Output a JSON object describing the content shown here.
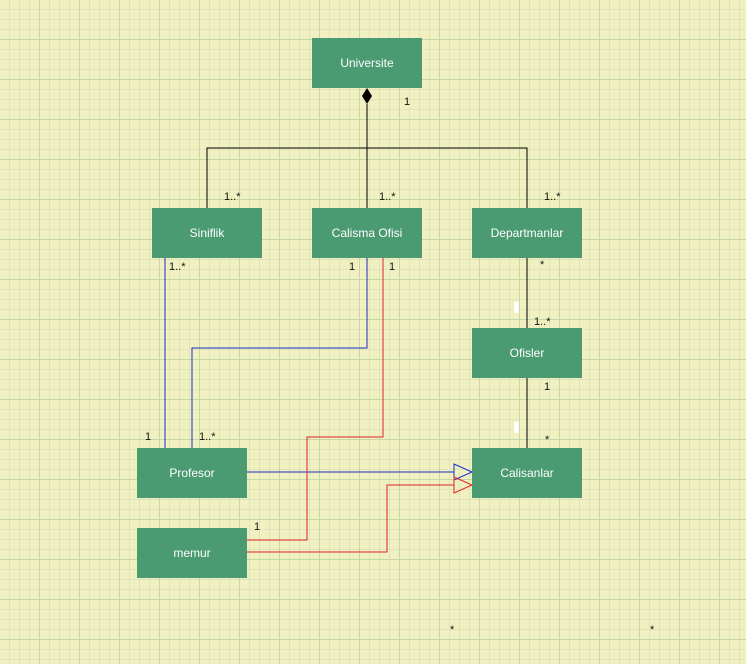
{
  "colors": {
    "background": "#f1f0c0",
    "node_fill": "#4a9a72",
    "node_text": "#ffffff",
    "line_black": "#000000",
    "line_blue": "#1a2ec8",
    "line_red": "#e0242a"
  },
  "nodes": {
    "universite": "Universite",
    "siniflik": "Siniflik",
    "calisma_ofisi": "Calisma Ofisi",
    "departmanlar": "Departmanlar",
    "ofisler": "Ofisler",
    "profesor": "Profesor",
    "calisanlar": "Calisanlar",
    "memur": "memur"
  },
  "multiplicities": {
    "universite_1": "1",
    "siniflik_top": "1..*",
    "calisma_top": "1..*",
    "departmanlar_top": "1..*",
    "siniflik_bottom": "1..*",
    "calisma_bottom_left": "1",
    "calisma_bottom_right": "1",
    "departmanlar_bottom": "*",
    "ofisler_top": "1..*",
    "ofisler_bottom": "1",
    "calisanlar_top": "*",
    "profesor_left": "1",
    "profesor_right": "1..*",
    "memur_1": "1",
    "stray_star_1": "*",
    "stray_star_2": "*"
  }
}
